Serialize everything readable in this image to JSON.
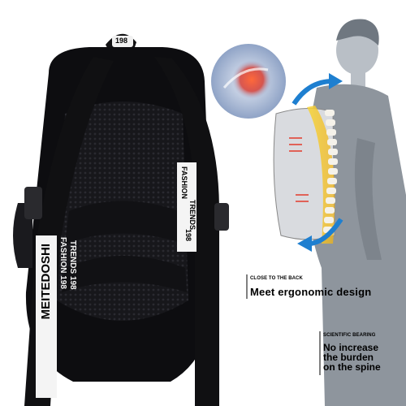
{
  "strap_left_text": "MEITEDOSHI",
  "strap_left_text2": "FASHION 198",
  "strap_left_text3": "TRENDS 198",
  "strap_right_text": "FASHION",
  "strap_right_text2": "TRENDS",
  "strap_right_text3": "198",
  "hang_loop_text": "198",
  "close_to_back": {
    "caption": "CLOSE TO THE BACK",
    "headline": "Meet ergonomic design"
  },
  "scientific_bearing": {
    "caption": "SCIENTIFIC BEARING",
    "line1": "No increase",
    "line2": "the burden",
    "line3": "on the spine"
  },
  "colors": {
    "bag": "#0d0d10",
    "mesh": "#1c1c20",
    "strap": "#101012",
    "arrow": "#1e7fd0",
    "spine_glow": "#f2c21a",
    "pain": "#e23a2a",
    "shirt": "#8e959d"
  }
}
